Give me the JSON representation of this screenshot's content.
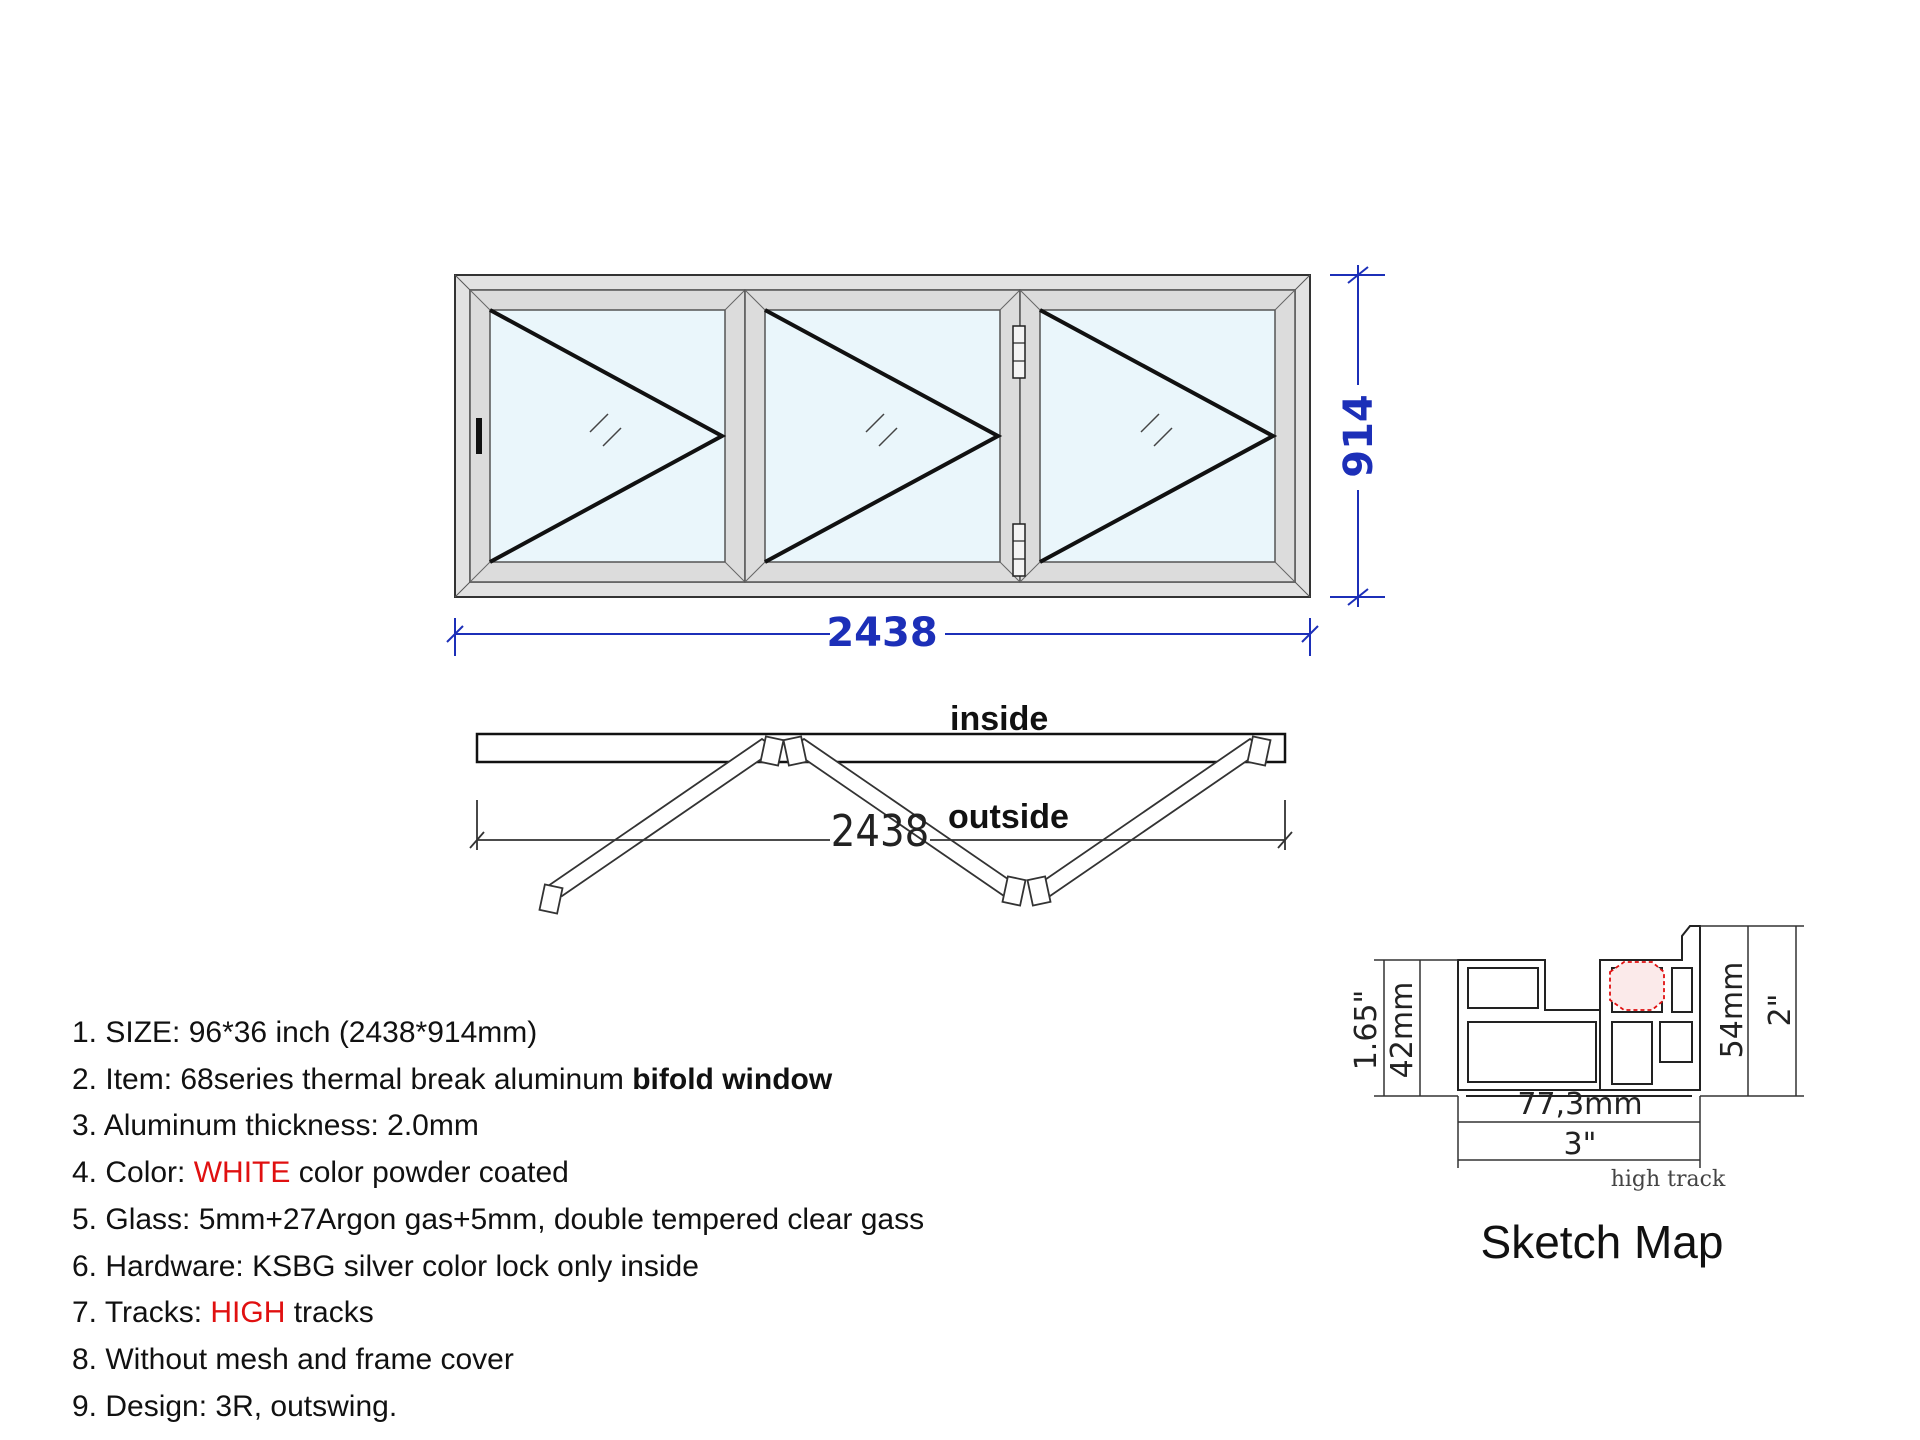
{
  "front_view": {
    "width_dim": "2438",
    "height_dim": "914",
    "panels": 3
  },
  "plan_view": {
    "inside_label": "inside",
    "outside_label": "outside",
    "width_dim": "2438"
  },
  "sketch": {
    "title": "Sketch Map",
    "height_inch": "1.65\"",
    "height_mm": "42mm",
    "track_height_mm": "54mm",
    "track_height_inch": "2\"",
    "width_mm": "77,3mm",
    "width_inch": "3\"",
    "track_note": "high track"
  },
  "specs": [
    {
      "prefix": "1. SIZE: 96*36 inch (2438*914mm)"
    },
    {
      "prefix": "2. Item: 68series thermal break aluminum ",
      "bold": "bifold window"
    },
    {
      "prefix": "3. Aluminum thickness: 2.0mm"
    },
    {
      "prefix": "4. Color: ",
      "highlight": "WHITE",
      "suffix": " color powder coated"
    },
    {
      "prefix": "5. Glass: 5mm+27Argon gas+5mm, double tempered clear gass"
    },
    {
      "prefix": "6. Hardware: KSBG silver color lock only inside"
    },
    {
      "prefix": "7. Tracks: ",
      "highlight": "HIGH",
      "suffix": " tracks"
    },
    {
      "prefix": "8. Without mesh and frame cover"
    },
    {
      "prefix": "9. Design: 3R, outswing."
    }
  ],
  "colors": {
    "dimension_blue": "#1c2fb8",
    "highlight_red": "#e01010",
    "frame_grey": "#d9d9d9",
    "glass": "#eaf6fb"
  }
}
